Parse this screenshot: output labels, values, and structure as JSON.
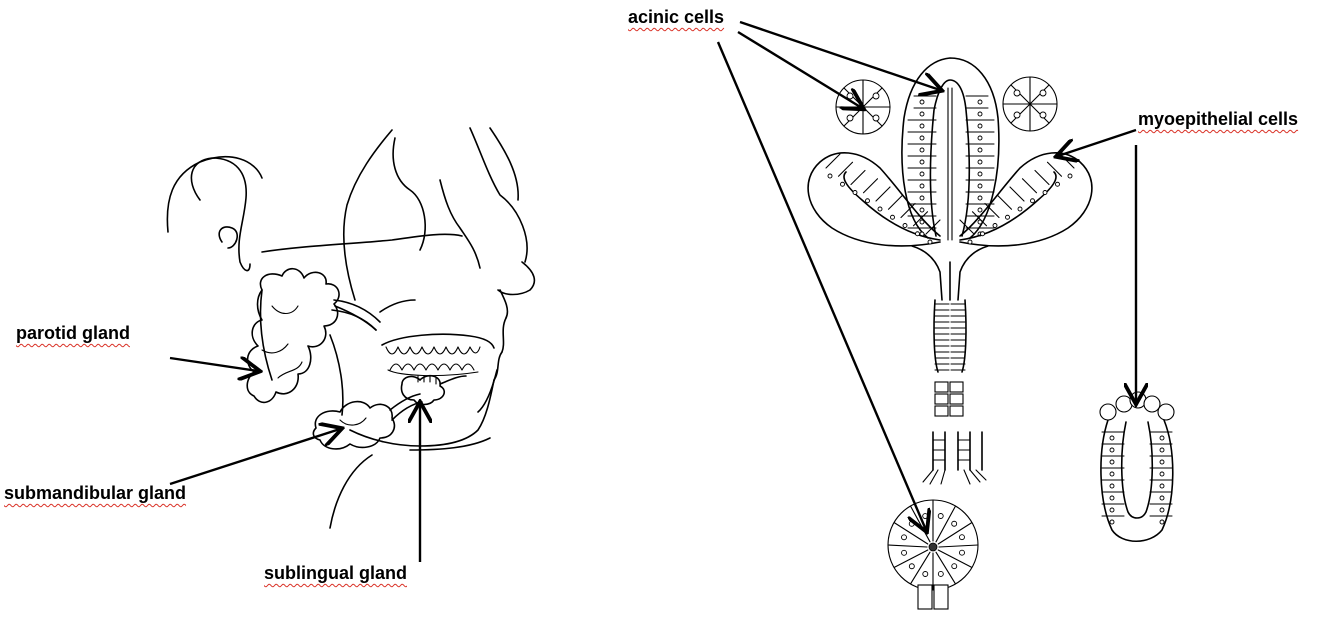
{
  "labels": {
    "parotid": "parotid gland",
    "submandibular": "submandibular gland",
    "sublingual": "sublingual gland",
    "acinic": "acinic cells",
    "myoepithelial": "myoepithelial cells"
  }
}
